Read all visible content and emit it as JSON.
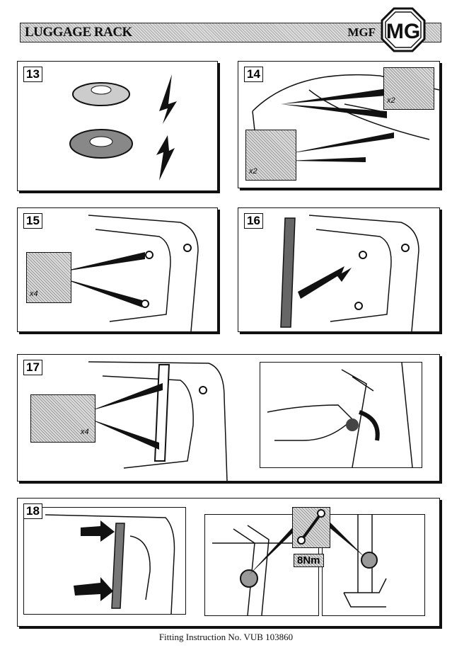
{
  "header": {
    "title": "LUGGAGE RACK",
    "model": "MGF",
    "logo_text": "MG"
  },
  "steps": [
    {
      "number": "13"
    },
    {
      "number": "14",
      "qty_top": "x2",
      "qty_bottom": "x2"
    },
    {
      "number": "15",
      "qty": "x4"
    },
    {
      "number": "16"
    },
    {
      "number": "17",
      "qty": "x4"
    },
    {
      "number": "18",
      "torque": "8Nm"
    }
  ],
  "footer": "Fitting Instruction No. VUB 103860"
}
